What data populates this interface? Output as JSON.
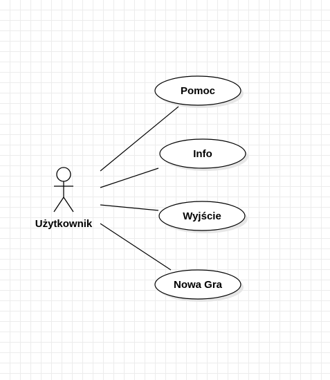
{
  "actor": {
    "name": "Użytkownik",
    "icon": "stick-figure-icon"
  },
  "use_cases": [
    {
      "id": "pomoc",
      "label": "Pomoc"
    },
    {
      "id": "info",
      "label": "Info"
    },
    {
      "id": "wyjscie",
      "label": "Wyjście"
    },
    {
      "id": "nowa-gra",
      "label": "Nowa Gra"
    }
  ],
  "colors": {
    "stroke": "#000000",
    "fill": "#ffffff",
    "shadow": "#e6e6e6",
    "grid": "#ececec"
  }
}
